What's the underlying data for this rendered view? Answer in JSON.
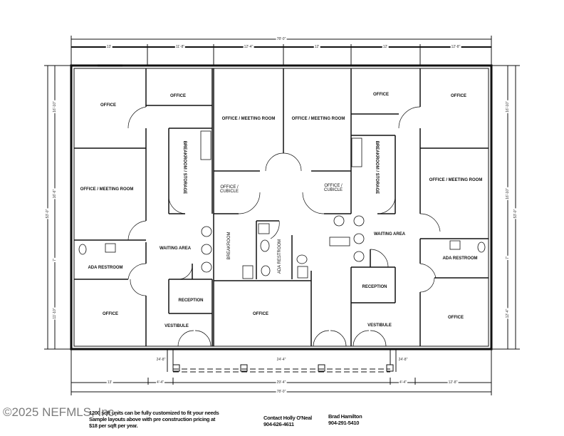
{
  "rooms": {
    "office_tl": "OFFICE",
    "office_tl2": "OFFICE",
    "meeting_l": "OFFICE / MEETING ROOM",
    "breakroom_storage_l": "BREAKROOM / STORAGE",
    "ada_restroom_l": "ADA RESTROOM",
    "waiting_l": "WAITING AREA",
    "reception_l": "RECEPTION",
    "office_bl": "OFFICE",
    "vestibule_l": "VESTIBULE",
    "meeting_c1": "OFFICE / MEETING ROOM",
    "meeting_c2": "OFFICE / MEETING ROOM",
    "cubicle_c1": "OFFICE / CUBICLE",
    "cubicle_c2": "OFFICE / CUBICLE",
    "breakroom_c": "BREAKROOM",
    "ada_restroom_c": "ADA RESTROOM",
    "office_bc": "OFFICE",
    "office_tr1": "OFFICE",
    "office_tr2": "OFFICE",
    "breakroom_storage_r": "BREAKROOM / STORAGE",
    "meeting_r": "OFFICE / MEETING ROOM",
    "waiting_r": "WAITING AREA",
    "ada_restroom_r": "ADA RESTROOM",
    "reception_r": "RECEPTION",
    "vestibule_r": "VESTIBULE",
    "office_br": "OFFICE"
  },
  "dimensions": {
    "overall_top": "78'-0\"",
    "top_segments": [
      "13'",
      "11'-8\"",
      "12'-4\"",
      "12'",
      "12'",
      "12'-8\""
    ],
    "bottom_segments": [
      "13'",
      "4'-4\"",
      "29'-4\"",
      "4'-4\"",
      "12'-8\""
    ],
    "overall_bottom": "78'-0\"",
    "left_side": [
      "16'-10\"",
      "16'-6\"",
      "7'",
      "11'-10\""
    ],
    "left_overall": "53'-0\"",
    "right_side": [
      "16'-10\"",
      "16'-10\"",
      "7'",
      "12'-4\""
    ],
    "right_overall": "53'-0\"",
    "canopy_depth": "24'-8\"",
    "canopy_center": "24'-4\""
  },
  "notes": {
    "description": [
      "1200 sqft units can be fully customized to fit your needs",
      "Sample layouts above with pre construction pricing at",
      "$18 per sqft per year."
    ],
    "contact1_name": "Contact Holly O'Neal",
    "contact1_phone": "904-626-4611",
    "contact2_name": "Brad Hamilton",
    "contact2_phone": "904-291-5410"
  },
  "watermark": "©2025 NEFMLS, Inc."
}
